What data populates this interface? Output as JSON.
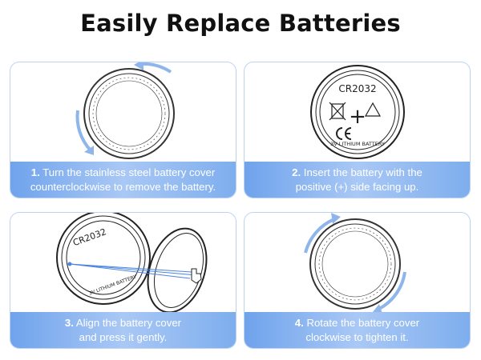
{
  "title": "Easily Replace Batteries",
  "steps": [
    {
      "number": "1.",
      "line1": "Turn the stainless steel battery cover",
      "line2": "counterclockwise to remove the battery."
    },
    {
      "number": "2.",
      "line1": "Insert the battery with the",
      "line2": "positive (+) side facing up."
    },
    {
      "number": "3.",
      "line1": "Align the battery cover",
      "line2": "and press it gently."
    },
    {
      "number": "4.",
      "line1": "Rotate the battery cover",
      "line2": "clockwise to tighten it."
    }
  ],
  "battery": {
    "model": "CR2032",
    "type": "3V LITHIUM BATTERY"
  },
  "colors": {
    "accent": "#6fa3ec",
    "arrow": "#8fb6ea",
    "border": "#bcd4f2",
    "line": "#333333"
  },
  "icons": [
    "rotate-counterclockwise-arrow-icon",
    "rotate-clockwise-arrow-icon",
    "hand-pointer-icon",
    "ce-mark-icon",
    "recycle-bin-icon"
  ]
}
